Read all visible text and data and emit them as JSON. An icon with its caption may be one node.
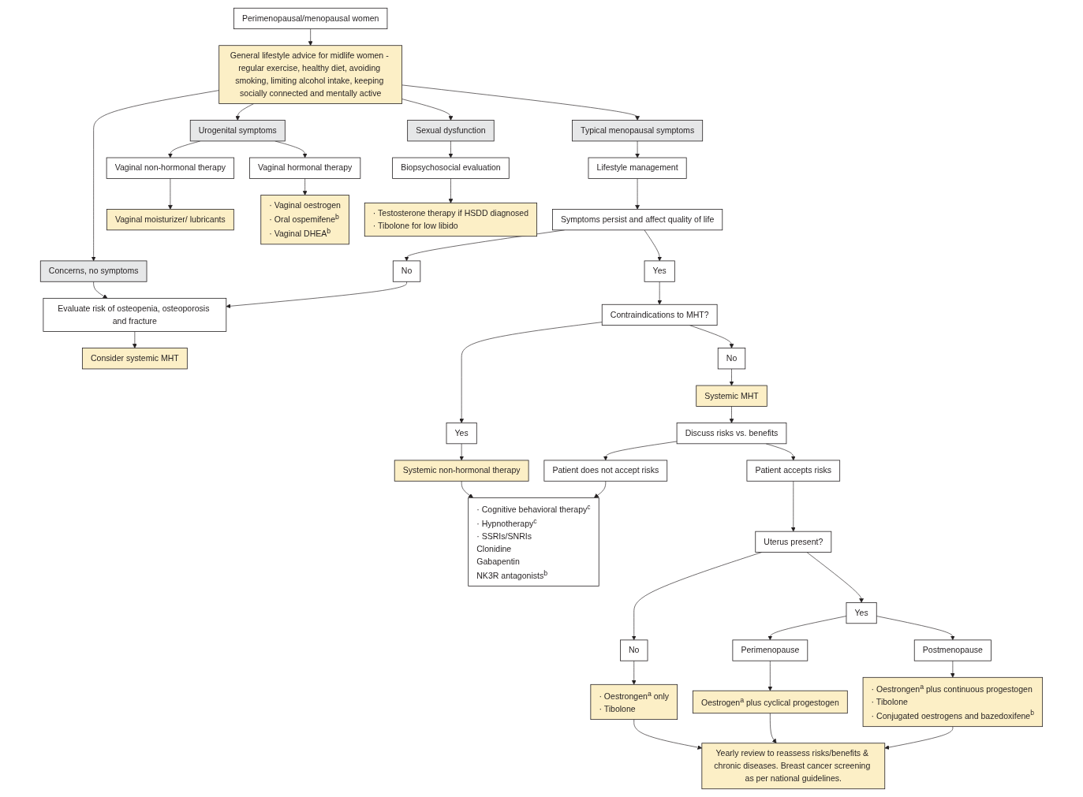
{
  "diagram": {
    "nodes": [
      {
        "text": [
          "Perimenopausal/menopausal women"
        ]
      },
      {
        "text": [
          "General lifestyle advice for midlife women - regular exercise, healthy diet, avoiding smoking, limiting alcohol intake, keeping socially connected and mentally active"
        ]
      },
      {
        "text": [
          "Concerns, no symptoms"
        ]
      },
      {
        "text": [
          "Typical menopausal symptoms"
        ]
      },
      {
        "text": [
          "Urogenital symptoms"
        ]
      },
      {
        "text": [
          "Sexual dysfunction"
        ]
      },
      {
        "text": [
          "Evaluate risk of osteopenia, osteoporosis and fracture"
        ]
      },
      {
        "text": [
          "Lifestyle management"
        ]
      },
      {
        "text": [
          "Vaginal non-hormonal therapy"
        ]
      },
      {
        "text": [
          "Vaginal hormonal therapy"
        ]
      },
      {
        "text": [
          "Biopsychosocial evaluation"
        ]
      },
      {
        "text": [
          "Consider systemic MHT"
        ]
      },
      {
        "text": [
          "Symptoms persist and affect quality of life"
        ]
      },
      {
        "text": [
          "No"
        ]
      },
      {
        "text": [
          "Yes"
        ]
      },
      {
        "text": [
          "Vaginal moisturizer/ lubricants"
        ]
      },
      {
        "text": [
          "· Vaginal oestrogen",
          "· Oral ospemifene$^{b}$",
          "· Vaginal DHEA$^{b}$"
        ]
      },
      {
        "text": [
          "· Testosterone therapy if HSDD diagnosed",
          "· Tibolone for low libido"
        ]
      },
      {
        "text": [
          "Contraindications to MHT?"
        ]
      },
      {
        "text": [
          "No"
        ]
      },
      {
        "text": [
          "Yes"
        ]
      },
      {
        "text": [
          "Systemic MHT"
        ]
      },
      {
        "text": [
          "Systemic non-hormonal therapy"
        ]
      },
      {
        "text": [
          "Discuss risks vs. benefits"
        ]
      },
      {
        "text": [
          "· Cognitive behavioral therapy$^{c}$",
          "· Hypnotherapy$^{c}$",
          "· SSRIs/SNRIs",
          "Clonidine",
          "Gabapentin",
          "NK3R antagonists$^{b}$"
        ]
      },
      {
        "text": [
          "Patient accepts risks"
        ]
      },
      {
        "text": [
          "Patient does not accept risks"
        ]
      },
      {
        "text": [
          "Uterus present?"
        ]
      },
      {
        "text": [
          "No"
        ]
      },
      {
        "text": [
          "Yes"
        ]
      },
      {
        "text": [
          "· Oestrongen$^{a}$ only",
          "· Tibolone"
        ]
      },
      {
        "text": [
          "Perimenopause"
        ]
      },
      {
        "text": [
          "Postmenopause"
        ]
      },
      {
        "text": [
          "Oestrogen$^{a}$ plus cyclical progestogen"
        ]
      },
      {
        "text": [
          "· Oestrongen$^{a}$ plus continuous progestogen",
          "· Tibolone",
          "· Conjugated oestrogens and bazedoxifene$^{b}$"
        ]
      },
      {
        "text": [
          "Yearly review to reassess risks/benefits & chronic diseases. Breast cancer screening as per national guidelines."
        ]
      }
    ],
    "edges": [
      {
        "from": 0,
        "to": 1,
        "arrow": "to"
      },
      {
        "from": 1,
        "to": 2,
        "arrow": "to"
      },
      {
        "from": 1,
        "to": 3,
        "arrow": "to"
      },
      {
        "from": 1,
        "to": 4,
        "arrow": "to"
      },
      {
        "from": 1,
        "to": 5,
        "arrow": "to"
      },
      {
        "from": 2,
        "to": 6,
        "arrow": "to"
      },
      {
        "from": 3,
        "to": 7,
        "arrow": "to"
      },
      {
        "from": 4,
        "to": 8,
        "arrow": "to"
      },
      {
        "from": 4,
        "to": 9,
        "arrow": "to"
      },
      {
        "from": 5,
        "to": 10,
        "arrow": "to"
      },
      {
        "from": 6,
        "to": 11,
        "arrow": "to"
      },
      {
        "from": 7,
        "to": 12,
        "arrow": "to"
      },
      {
        "from": 8,
        "to": 15,
        "arrow": "to"
      },
      {
        "from": 9,
        "to": 16,
        "arrow": "to"
      },
      {
        "from": 10,
        "to": 17,
        "arrow": "to"
      },
      {
        "from": 12,
        "to": 13,
        "arrow": "to"
      },
      {
        "from": 12,
        "to": 14,
        "arrow": "to"
      },
      {
        "from": 14,
        "to": 18,
        "arrow": "to"
      },
      {
        "from": 18,
        "to": 19,
        "arrow": "to"
      },
      {
        "from": 18,
        "to": 20,
        "arrow": "to"
      },
      {
        "from": 19,
        "to": 21,
        "arrow": "to"
      },
      {
        "from": 20,
        "to": 22,
        "arrow": "to"
      },
      {
        "from": 21,
        "to": 23,
        "arrow": "to"
      },
      {
        "from": 22,
        "to": 24,
        "arrow": "to"
      },
      {
        "from": 23,
        "to": 25,
        "arrow": "to"
      },
      {
        "from": 23,
        "to": 26,
        "arrow": "to"
      },
      {
        "from": 26,
        "to": 24,
        "arrow": "to"
      },
      {
        "from": 25,
        "to": 27,
        "arrow": "to"
      },
      {
        "from": 27,
        "to": 28,
        "arrow": "to"
      },
      {
        "from": 27,
        "to": 29,
        "arrow": "to"
      },
      {
        "from": 28,
        "to": 30,
        "arrow": "to"
      },
      {
        "from": 29,
        "to": 31,
        "arrow": "to"
      },
      {
        "from": 29,
        "to": 32,
        "arrow": "to"
      },
      {
        "from": 31,
        "to": 33,
        "arrow": "to"
      },
      {
        "from": 32,
        "to": 34,
        "arrow": "to"
      },
      {
        "from": 30,
        "to": 35,
        "arrow": "to"
      },
      {
        "from": 33,
        "to": 35,
        "arrow": "to"
      },
      {
        "from": 34,
        "to": 35,
        "arrow": "to"
      },
      {
        "from": 13,
        "to": 6,
        "arrow": "to"
      }
    ]
  }
}
